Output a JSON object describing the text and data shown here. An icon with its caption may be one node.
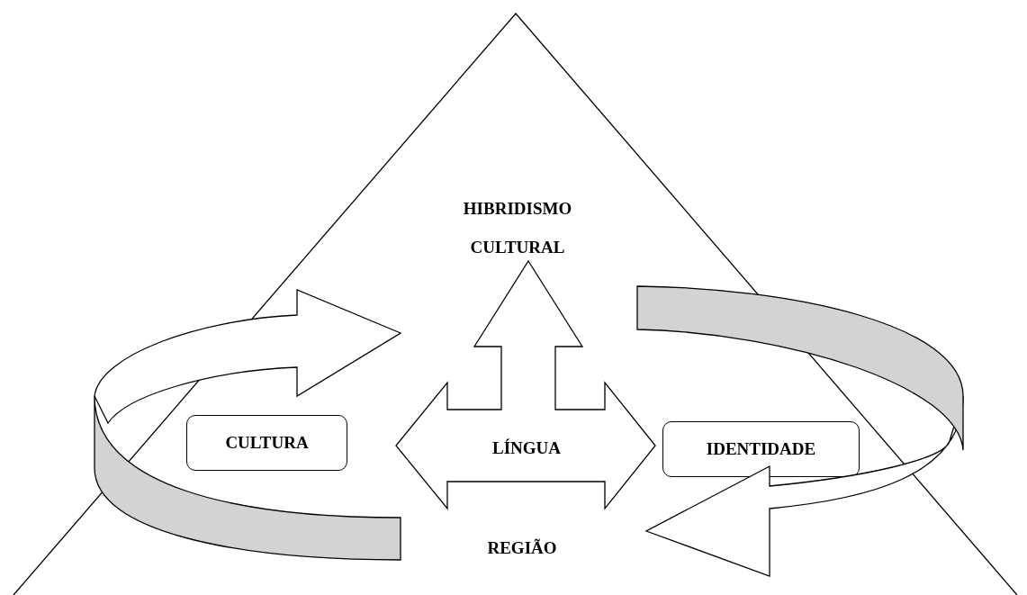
{
  "diagram": {
    "nodes": [
      {
        "text": [
          "HIBRIDISMO CULTURAL",
          "REGIÃO"
        ]
      },
      {
        "text": [
          "CULTURA"
        ],
        "in": 0
      },
      {
        "text": [
          "LÍNGUA"
        ],
        "in": 0
      },
      {
        "text": [
          "IDENTIDADE"
        ],
        "in": 0
      }
    ]
  }
}
